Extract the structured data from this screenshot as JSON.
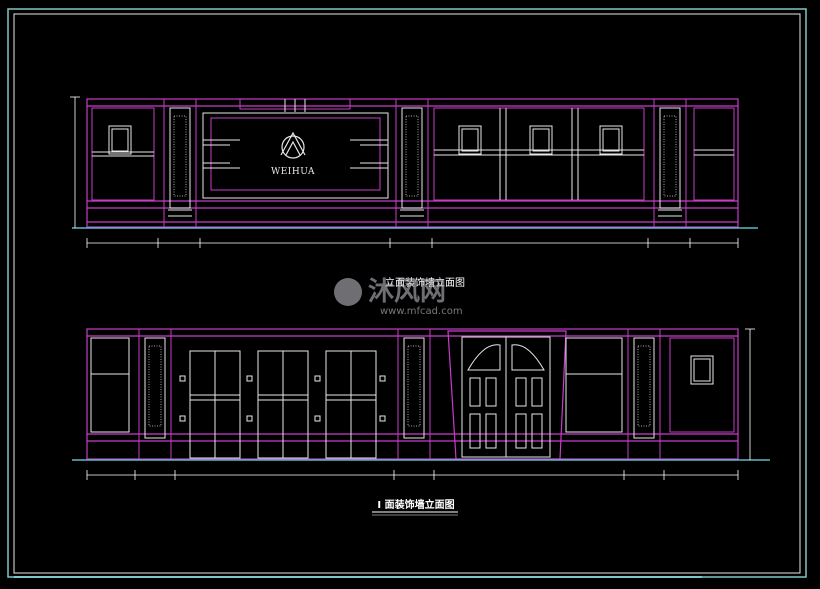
{
  "drawing": {
    "title_top": "立面装饰墙立面图",
    "title_bottom": "I 面装饰墙立面图",
    "logo_text": "WEIHUA"
  },
  "watermark": {
    "brand": "沐风网",
    "url": "www.mfcad.com"
  },
  "colors": {
    "background": "#000000",
    "frame": "#7ec8c8",
    "wall": "#c83cc8",
    "panel": "#e8e8e8",
    "dimension": "#ffffff",
    "ground": "#5fb8c8"
  }
}
